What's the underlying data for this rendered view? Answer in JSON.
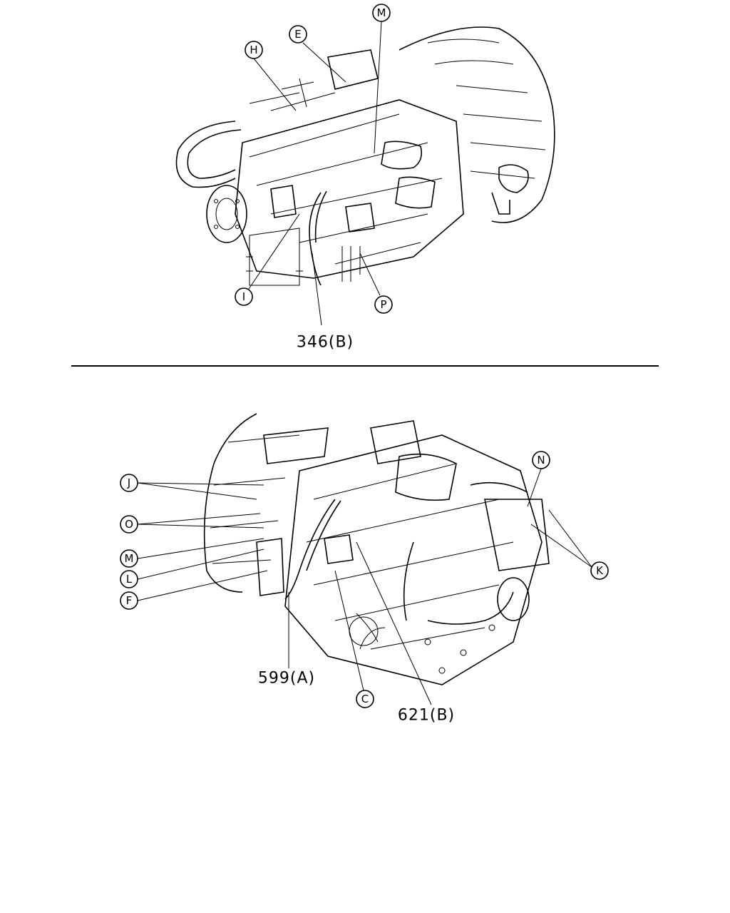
{
  "top_figure": {
    "callouts": [
      "H",
      "E",
      "M",
      "I",
      "P"
    ],
    "part_ref": "346(B)"
  },
  "bottom_figure": {
    "callouts": [
      "J",
      "O",
      "M",
      "L",
      "F",
      "N",
      "K",
      "C"
    ],
    "part_refs": [
      "599(A)",
      "621(B)"
    ]
  }
}
